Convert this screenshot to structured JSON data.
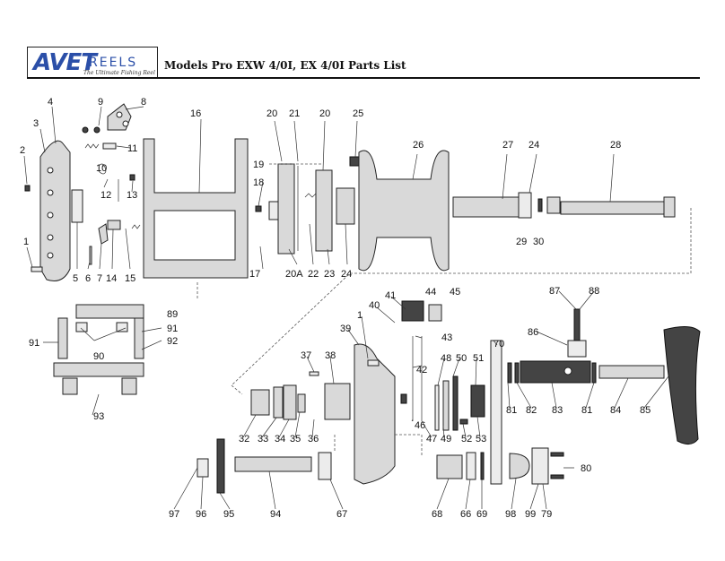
{
  "header": {
    "logo_text": "AVET",
    "logo_reels": "REELS",
    "logo_tagline": "The Ultimate Fishing Reel",
    "title": "Models  Pro EXW 4/0I, EX 4/0I Parts List"
  },
  "colors": {
    "logo_blue": "#2b4fa8",
    "part_fill": "#d9d9d9",
    "outline": "#222222"
  },
  "part_labels": [
    "1",
    "2",
    "3",
    "4",
    "5",
    "6",
    "7",
    "8",
    "9",
    "10",
    "11",
    "12",
    "13",
    "14",
    "15",
    "16",
    "17",
    "18",
    "19",
    "20",
    "20",
    "21",
    "25",
    "26",
    "27",
    "24",
    "28",
    "29",
    "30",
    "20A",
    "22",
    "23",
    "24",
    "89",
    "91",
    "91",
    "92",
    "90",
    "93",
    "44",
    "45",
    "41",
    "40",
    "1",
    "39",
    "43",
    "42",
    "48",
    "50",
    "51",
    "70",
    "46",
    "47",
    "49",
    "52",
    "53",
    "37",
    "38",
    "87",
    "88",
    "86",
    "81",
    "82",
    "83",
    "81",
    "84",
    "85",
    "32",
    "33",
    "34",
    "35",
    "36",
    "80",
    "97",
    "96",
    "95",
    "94",
    "67",
    "68",
    "66",
    "69",
    "98",
    "99",
    "79"
  ]
}
